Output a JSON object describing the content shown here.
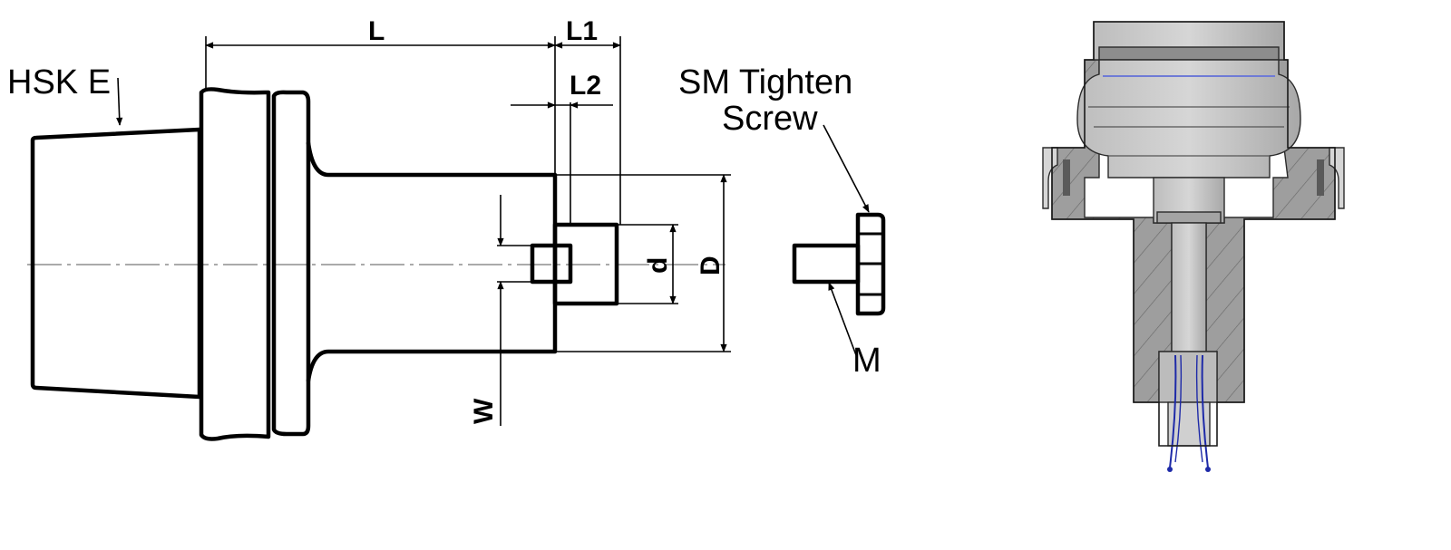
{
  "drawing": {
    "labels": {
      "hsk": "HSK E",
      "screw_line1": "SM Tighten",
      "screw_line2": "Screw",
      "m": "M"
    },
    "dimensions": {
      "L": "L",
      "L1": "L1",
      "L2": "L2",
      "d": "d",
      "D": "D",
      "W": "W"
    }
  },
  "colors": {
    "outline": "#000000",
    "section_fill": "#9e9e9e",
    "section_light": "#c8c8c8",
    "section_dark": "#7c7c7c",
    "blue_accent": "#1e2aa8"
  }
}
